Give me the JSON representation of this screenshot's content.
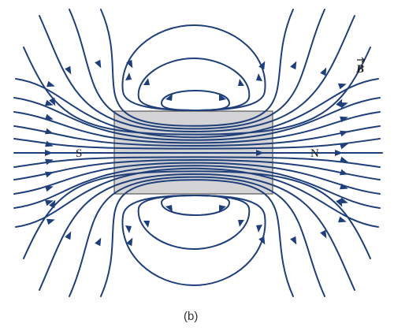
{
  "figure": {
    "caption": "(b)",
    "south_label": "S",
    "north_label": "N",
    "field_label": "B"
  },
  "colors": {
    "field_line": "#1f3f7a",
    "magnet_fill": "#d4d4d6",
    "magnet_stroke": "#3a3a3a",
    "background": "#ffffff"
  }
}
